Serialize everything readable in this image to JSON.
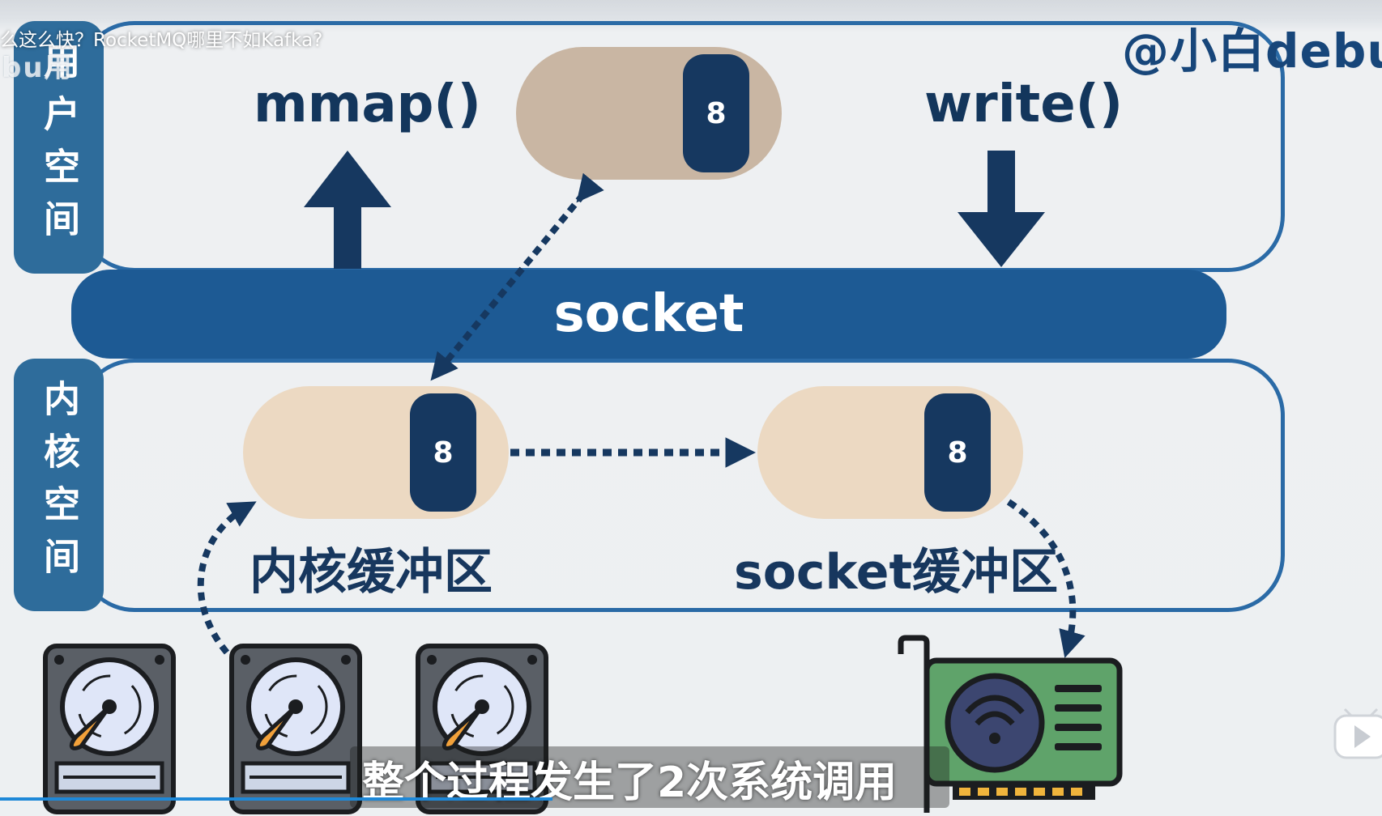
{
  "video": {
    "title": "么这么快？RocketMQ哪里不如Kafka?",
    "watermark_left": "bu用",
    "author_handle": "@小白debu",
    "subtitle": "整个过程发生了2次系统调用",
    "progress": 0.4
  },
  "diagram": {
    "user_space_label": "用户空间",
    "kernel_space_label": "内核空间",
    "socket_bar_label": "socket",
    "mmap_label": "mmap()",
    "write_label": "write()",
    "user_buffer_value": "8",
    "kernel_buffer_value": "8",
    "kernel_buffer_label": "内核缓冲区",
    "socket_buffer_value": "8",
    "socket_buffer_label": "socket缓冲区"
  },
  "icons": {
    "disks": [
      "hard-disk-icon",
      "hard-disk-icon",
      "hard-disk-icon"
    ],
    "nic": "network-card-icon",
    "player": "video-player-icon"
  },
  "colors": {
    "primary": "#1d5a94",
    "dark": "#163860",
    "buffer": "#ecd9c2",
    "side_label": "#2e6c9b"
  }
}
